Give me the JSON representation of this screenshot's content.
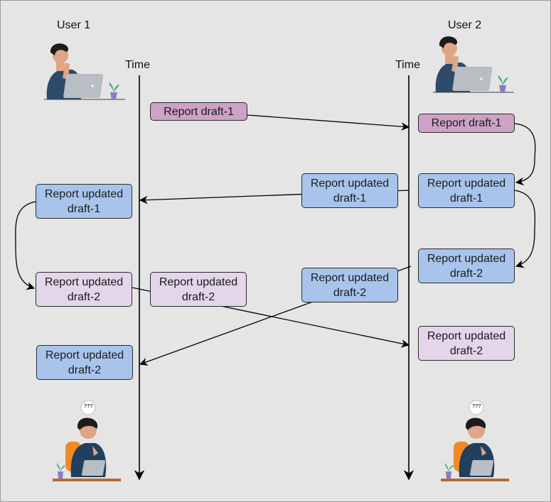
{
  "users": {
    "user1_label": "User 1",
    "user2_label": "User 2"
  },
  "timelines": {
    "left_label": "Time",
    "right_label": "Time"
  },
  "messages": {
    "left_sent_draft1": "Report draft-1",
    "right_recv_draft1": "Report draft-1",
    "right_updated_draft1": "Report updated draft-1",
    "mid_right_updated_draft1": "Report updated draft-1",
    "left_recv_updated_draft1": "Report updated draft-1",
    "right_updated_draft2": "Report updated draft-2",
    "mid_right_updated_draft2": "Report updated draft-2",
    "left_updated_draft2": "Report updated draft-2",
    "mid_left_updated_draft2": "Report updated draft-2",
    "right_recv_updated_draft2": "Report updated draft-2",
    "left_recv_updated_draft2": "Report updated draft-2"
  },
  "confusion_badge": "???",
  "colors": {
    "pink": "#cda2c5",
    "blue": "#a9c4ec",
    "lavender": "#e3d5ea",
    "background": "#e5e5e5"
  },
  "icons": [
    "thinking-user-at-laptop-icon",
    "confused-user-at-desk-icon",
    "plant-icon",
    "thought-bubble-icon"
  ]
}
